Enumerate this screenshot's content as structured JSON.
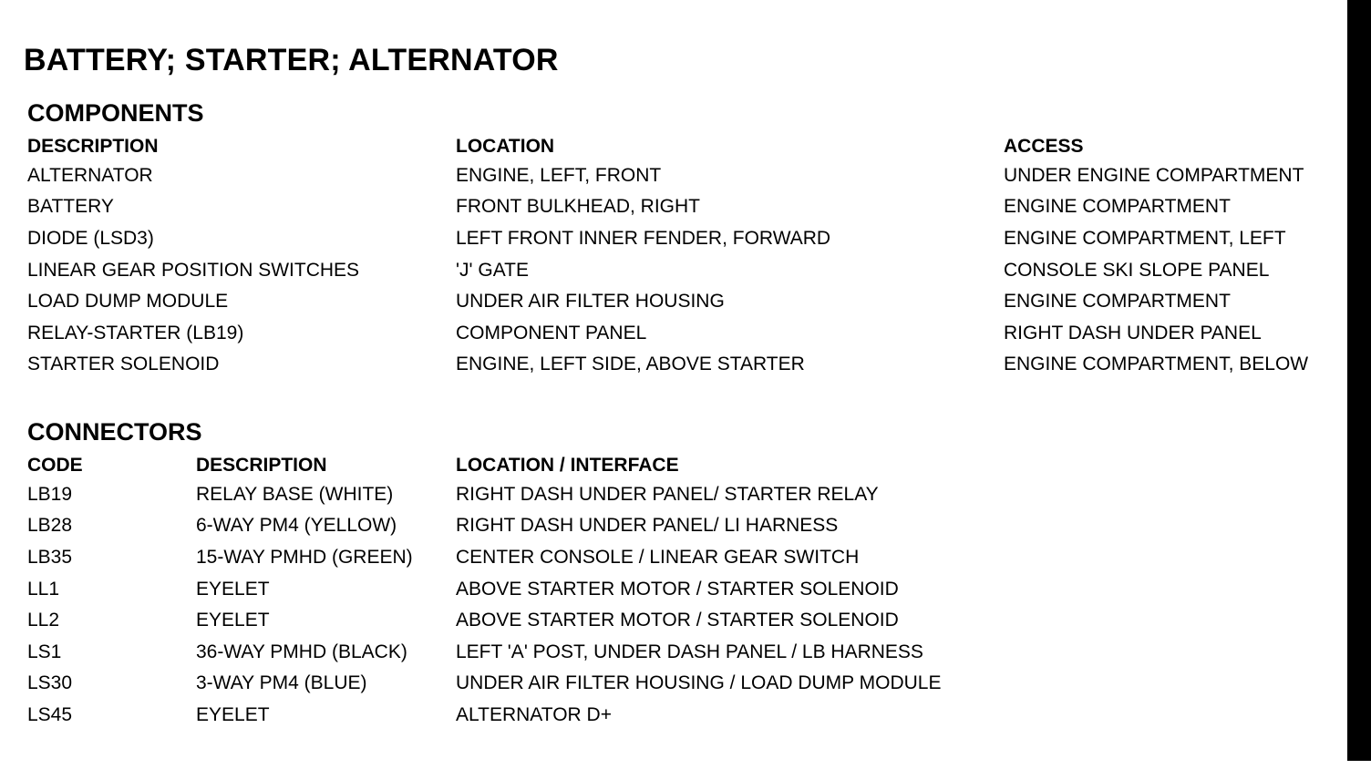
{
  "page": {
    "title": "BATTERY; STARTER; ALTERNATOR"
  },
  "components": {
    "heading": "COMPONENTS",
    "columns": {
      "description": "DESCRIPTION",
      "location": "LOCATION",
      "access": "ACCESS"
    },
    "rows": [
      {
        "description": "ALTERNATOR",
        "location": "ENGINE, LEFT, FRONT",
        "access": "UNDER ENGINE COMPARTMENT"
      },
      {
        "description": "BATTERY",
        "location": "FRONT BULKHEAD, RIGHT",
        "access": "ENGINE COMPARTMENT"
      },
      {
        "description": "DIODE (LSD3)",
        "location": "LEFT FRONT INNER FENDER, FORWARD",
        "access": "ENGINE COMPARTMENT, LEFT"
      },
      {
        "description": "LINEAR GEAR POSITION SWITCHES",
        "location": "'J' GATE",
        "access": "CONSOLE SKI SLOPE PANEL"
      },
      {
        "description": "LOAD DUMP MODULE",
        "location": "UNDER AIR FILTER HOUSING",
        "access": "ENGINE COMPARTMENT"
      },
      {
        "description": "RELAY-STARTER (LB19)",
        "location": "COMPONENT PANEL",
        "access": "RIGHT DASH UNDER PANEL"
      },
      {
        "description": "STARTER SOLENOID",
        "location": "ENGINE, LEFT SIDE, ABOVE STARTER",
        "access": "ENGINE COMPARTMENT, BELOW"
      }
    ]
  },
  "connectors": {
    "heading": "CONNECTORS",
    "columns": {
      "code": "CODE",
      "description": "DESCRIPTION",
      "location": "LOCATION / INTERFACE"
    },
    "rows": [
      {
        "code": "LB19",
        "description": "RELAY BASE (WHITE)",
        "location": "RIGHT DASH UNDER PANEL/ STARTER RELAY"
      },
      {
        "code": "LB28",
        "description": "6-WAY PM4 (YELLOW)",
        "location": "RIGHT DASH UNDER PANEL/ LI HARNESS"
      },
      {
        "code": "LB35",
        "description": "15-WAY PMHD (GREEN)",
        "location": "CENTER CONSOLE / LINEAR GEAR SWITCH"
      },
      {
        "code": "LL1",
        "description": "EYELET",
        "location": "ABOVE STARTER MOTOR / STARTER SOLENOID"
      },
      {
        "code": "LL2",
        "description": "EYELET",
        "location": "ABOVE STARTER MOTOR / STARTER SOLENOID"
      },
      {
        "code": "LS1",
        "description": "36-WAY PMHD (BLACK)",
        "location": "LEFT 'A' POST, UNDER DASH PANEL / LB HARNESS"
      },
      {
        "code": "LS30",
        "description": "3-WAY PM4 (BLUE)",
        "location": "UNDER AIR FILTER HOUSING / LOAD DUMP MODULE"
      },
      {
        "code": "LS45",
        "description": "EYELET",
        "location": "ALTERNATOR D+"
      }
    ]
  },
  "colors": {
    "text": "#000000",
    "background": "#ffffff",
    "scan_bar": "#000000"
  }
}
